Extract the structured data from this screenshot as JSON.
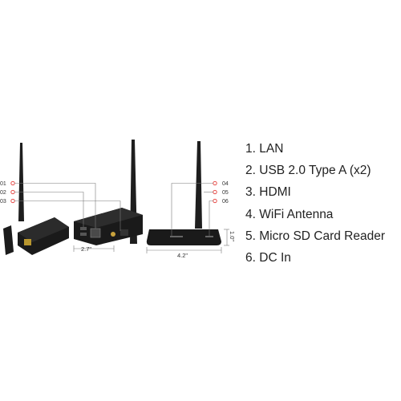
{
  "features": [
    {
      "number": "1",
      "label": "LAN"
    },
    {
      "number": "2",
      "label": "USB 2.0 Type A (x2)"
    },
    {
      "number": "3",
      "label": "HDMI"
    },
    {
      "number": "4",
      "label": "WiFi Antenna"
    },
    {
      "number": "5",
      "label": "Micro SD Card Reader"
    },
    {
      "number": "6",
      "label": "DC In"
    }
  ],
  "callouts_left": [
    "01",
    "02",
    "03"
  ],
  "callouts_right": [
    "04",
    "05",
    "06"
  ],
  "dimensions": {
    "width_left": "2.7\"",
    "width_right": "4.2\"",
    "height_right": "1.0\""
  },
  "colors": {
    "device": "#1b1b1b",
    "callout_dot": "#e53935",
    "leader": "#7a7a7a"
  }
}
